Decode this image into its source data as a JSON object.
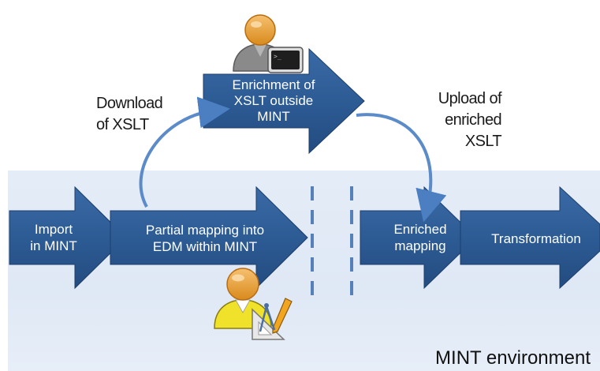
{
  "environment": {
    "label": "MINT environment",
    "colors": {
      "arrow_fill": "#2d5b94",
      "arrow_edge": "#1c3e6a",
      "background": "#e2eaf6",
      "connector": "#5b8bc8",
      "divider": "#5580b8"
    }
  },
  "steps": {
    "import": {
      "line1": "Import",
      "line2": "in MINT"
    },
    "partial_mapping": {
      "line1": "Partial mapping  into",
      "line2": "EDM within MINT"
    },
    "enrichment": {
      "line1": "Enrichment of",
      "line2": "XSLT outside",
      "line3": "MINT"
    },
    "enriched_mapping": {
      "line1": "Enriched",
      "line2": "mapping"
    },
    "transformation": {
      "line1": "Transformation"
    }
  },
  "annotations": {
    "download": {
      "line1": "Download",
      "line2": "of XSLT"
    },
    "upload": {
      "line1": "Upload of",
      "line2": "enriched",
      "line3": "XSLT"
    }
  },
  "icons": {
    "person_top": "person-with-terminal-icon",
    "person_bottom": "person-with-drafting-tools-icon"
  }
}
